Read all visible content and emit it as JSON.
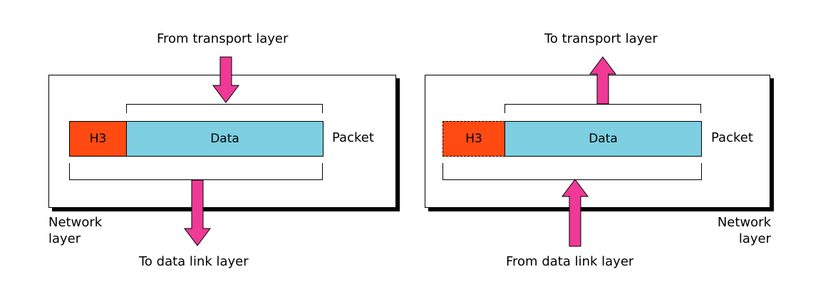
{
  "sender": {
    "top_label": "From transport layer",
    "bottom_label": "To data link layer",
    "header_label": "H3",
    "data_label": "Data",
    "packet_label": "Packet",
    "layer_label_line1": "Network",
    "layer_label_line2": "layer"
  },
  "receiver": {
    "top_label": "To transport layer",
    "bottom_label": "From data link layer",
    "header_label": "H3",
    "data_label": "Data",
    "packet_label": "Packet",
    "layer_label_line1": "Network",
    "layer_label_line2": "layer"
  },
  "colors": {
    "header": "#ff4a12",
    "data": "#7ecfe2",
    "arrow": "#ee3a96"
  }
}
